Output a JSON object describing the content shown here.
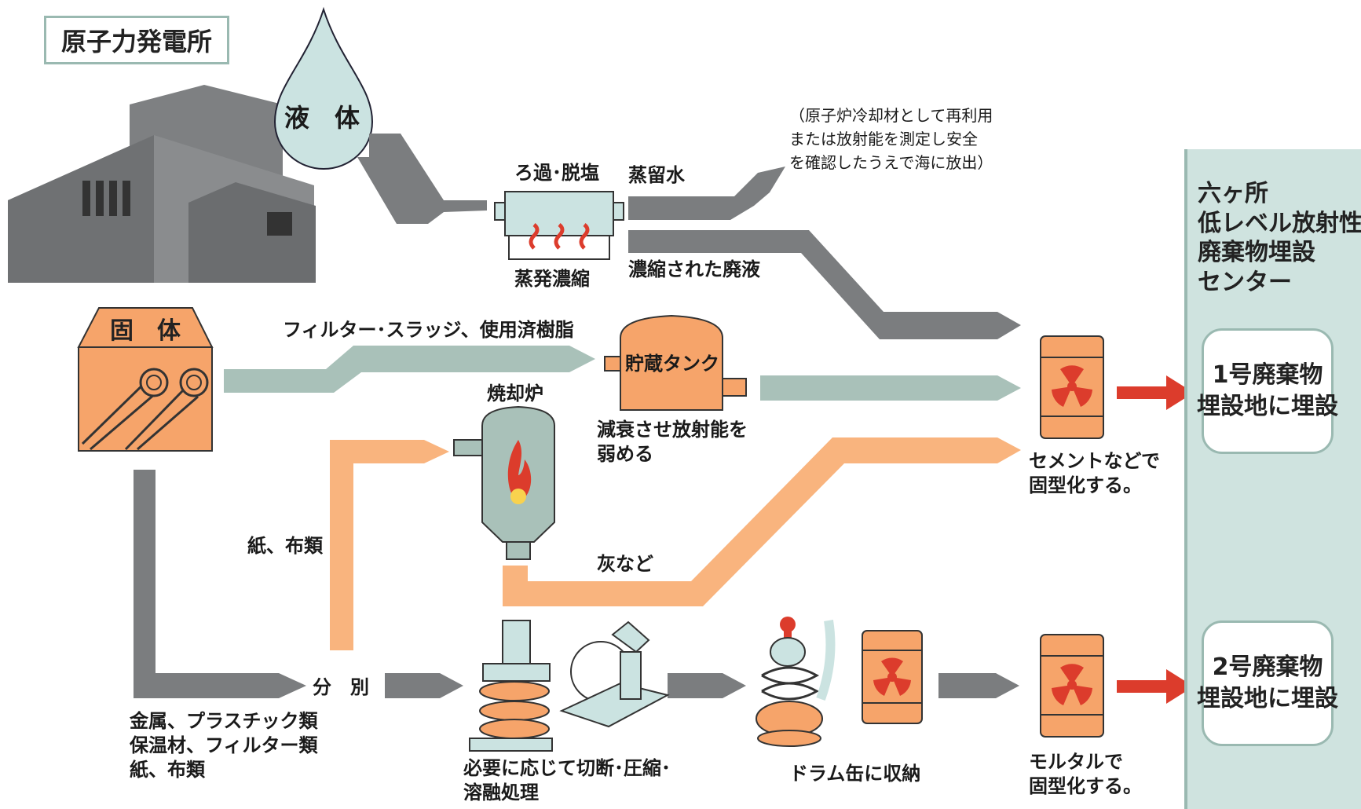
{
  "title": "原子力発電所",
  "liquid_label": "液　体",
  "solid_label": "固　体",
  "filter_desal": "ろ過･脱塩",
  "evaporation": "蒸発濃縮",
  "distilled_water": "蒸留水",
  "reuse_note": "（原子炉冷却材として再利用\nまたは放射能を測定し安全\nを確認したうえで海に放出）",
  "concentrated_waste": "濃縮された廃液",
  "filter_sludge": "フィルター･スラッジ、使用済樹脂",
  "storage_tank": "貯蔵タンク",
  "decay_note": "減衰させ放射能を\n弱める",
  "incinerator": "焼却炉",
  "paper_cloth": "紙、布類",
  "ash": "灰など",
  "sort": "分　別",
  "solid_items": "金属、プラスチック類\n保温材、フィルター類\n紙、布類",
  "cut_compress": "必要に応じて切断･圧縮･\n溶融処理",
  "drum_store": "ドラム缶に収納",
  "cement_solidify": "セメントなどで\n固型化する。",
  "mortar_solidify": "モルタルで\n固型化する。",
  "center_name": "六ヶ所\n低レベル放射性\n廃棄物埋設\nセンター",
  "site1": "1号廃棄物\n埋設地に埋設",
  "site2": "2号廃棄物\n埋設地に埋設",
  "colors": {
    "gray_flow": "#7b7d7f",
    "green_flow": "#a9c1b9",
    "orange_flow": "#f9b47e",
    "red_arrow": "#dc3c2c",
    "panel": "#cfe3df",
    "building": "#7e8082",
    "building_dark": "#5a5c5e",
    "drop": "#cbe3e1",
    "drum": "#f6a46a"
  }
}
